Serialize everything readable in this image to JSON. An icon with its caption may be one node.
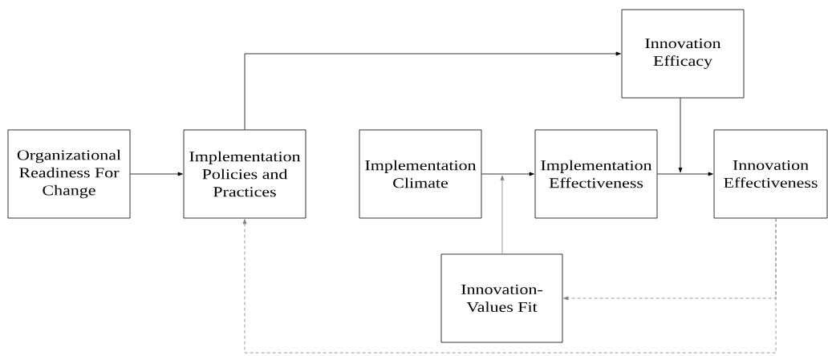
{
  "diagram": {
    "nodes": [
      {
        "text": [
          "Organizational Readiness For Change"
        ]
      },
      {
        "text": [
          "Implementation Policies and Practices"
        ]
      },
      {
        "text": [
          "Implementation Climate"
        ]
      },
      {
        "text": [
          "Implementation Effectiveness"
        ]
      },
      {
        "text": [
          "Innovation Efficacy"
        ]
      },
      {
        "text": [
          "Innovation Effectiveness"
        ]
      },
      {
        "text": [
          "Innovation-Values Fit"
        ]
      }
    ],
    "edges": [
      {
        "from": 0,
        "to": 1,
        "arrow": "to"
      },
      {
        "from": 1,
        "to": 4,
        "arrow": "to"
      },
      {
        "from": 2,
        "to": 3,
        "arrow": "to"
      },
      {
        "from": 6,
        "to": null,
        "arrow": "to",
        "color": "#808080"
      },
      {
        "from": 3,
        "to": 5,
        "arrow": "to"
      },
      {
        "from": 4,
        "to": null,
        "arrow": "to"
      },
      {
        "from": 5,
        "to": 6,
        "arrow": "to",
        "style": "dashed",
        "color": "#808080"
      },
      {
        "from": 5,
        "to": 1,
        "arrow": "to",
        "style": "dashed",
        "color": "#808080"
      }
    ]
  }
}
